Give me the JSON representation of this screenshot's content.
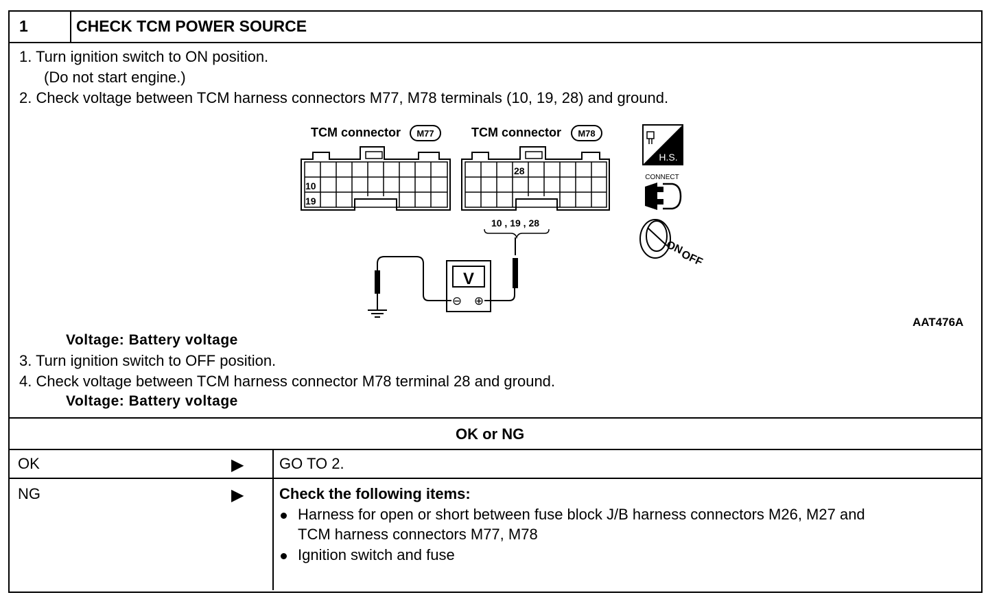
{
  "header": {
    "step_number": "1",
    "title": "CHECK TCM POWER SOURCE"
  },
  "steps": {
    "s1": "1.  Turn ignition switch to ON position.",
    "s1_note": "(Do not start engine.)",
    "s2": "2.  Check voltage between TCM harness connectors M77, M78 terminals (10, 19, 28) and ground.",
    "voltage1": "Voltage: Battery voltage",
    "s3": "3.  Turn ignition switch to OFF position.",
    "s4": "4.  Check voltage between TCM harness connector M78 terminal 28 and ground.",
    "voltage2": "Voltage: Battery voltage"
  },
  "diagram": {
    "conn_left_label": "TCM connector",
    "conn_left_id": "M77",
    "conn_right_label": "TCM connector",
    "conn_right_id": "M78",
    "term_10": "10",
    "term_19": "19",
    "term_28": "28",
    "terminals_bracket": "10 , 19 , 28",
    "meter_symbol": "V",
    "minus_symbol": "⊖",
    "plus_symbol": "⊕",
    "hs_label": "H.S.",
    "connect_label": "CONNECT",
    "on_label": "ON",
    "off_label": "OFF",
    "figure_ref": "AAT476A"
  },
  "result": {
    "heading": "OK or NG",
    "ok_label": "OK",
    "ok_action": "GO TO 2.",
    "ng_label": "NG",
    "ng_heading": "Check the following items:",
    "ng_items": [
      "Harness for open or short between fuse block J/B harness connectors M26, M27 and",
      "TCM harness connectors M77, M78",
      "Ignition switch and fuse"
    ]
  }
}
